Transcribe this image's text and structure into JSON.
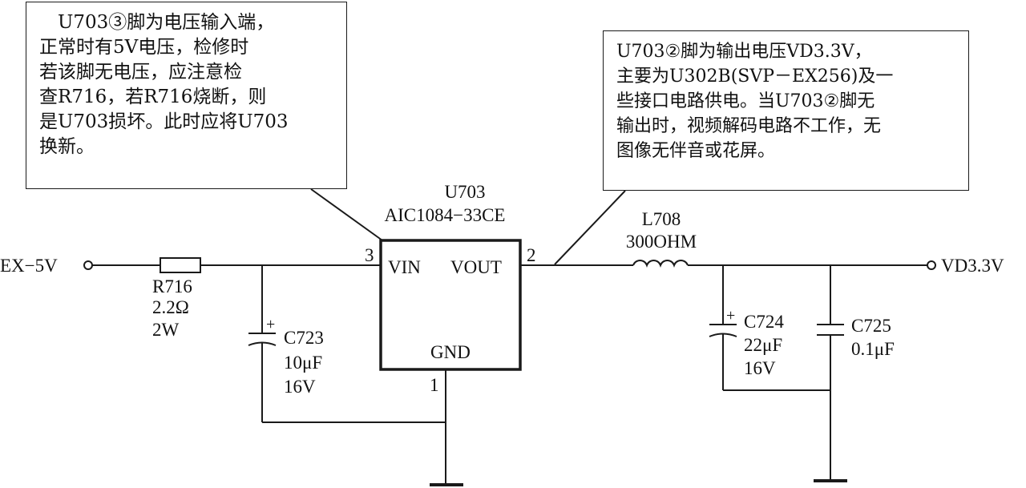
{
  "annotations": {
    "left": {
      "lines": [
        "　U703③脚为电压输入端，",
        "正常时有5V电压，检修时",
        "若该脚无电压，应注意检",
        "查R716，若R716烧断，则",
        "是U703损坏。此时应将U703",
        "换新。"
      ]
    },
    "right": {
      "lines": [
        "U703②脚为输出电压VD3.3V，",
        "主要为U302B(SVP－EX256)及一",
        "些接口电路供电。当U703②脚无",
        "输出时，视频解码电路不工作，无",
        "图像无伴音或花屏。"
      ]
    }
  },
  "regulator": {
    "ref": "U703",
    "part": "AIC1084−33CE",
    "pin_vin_label": "VIN",
    "pin_vout_label": "VOUT",
    "pin_gnd_label": "GND",
    "pin_vin_number": "3",
    "pin_vout_number": "2",
    "pin_gnd_number": "1"
  },
  "nets": {
    "input": "EX−5V",
    "output": "VD3.3V"
  },
  "r716": {
    "ref": "R716",
    "value": "2.2Ω",
    "power": "2W"
  },
  "c723": {
    "ref": "C723",
    "value": "10μF",
    "voltage": "16V",
    "polarity": "+"
  },
  "l708": {
    "ref": "L708",
    "value": "300OHM"
  },
  "c724": {
    "ref": "C724",
    "value": "22μF",
    "voltage": "16V",
    "polarity": "+"
  },
  "c725": {
    "ref": "C725",
    "value": "0.1μF"
  }
}
